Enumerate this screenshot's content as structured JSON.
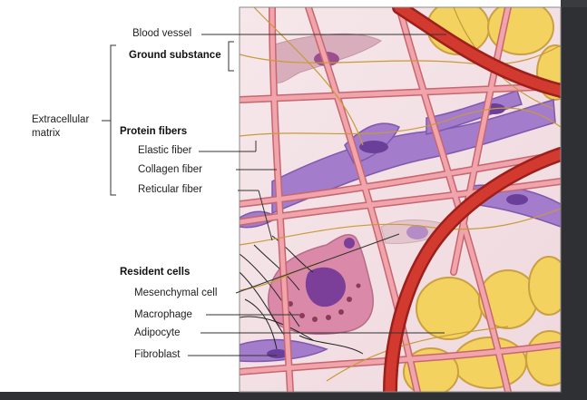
{
  "labels": {
    "blood_vessel": "Blood vessel",
    "ground_substance": "Ground substance",
    "extracellular_1": "Extracellular",
    "extracellular_2": "matrix",
    "protein_fibers": "Protein fibers",
    "elastic_fiber": "Elastic fiber",
    "collagen_fiber": "Collagen fiber",
    "reticular_fiber": "Reticular fiber",
    "resident_cells": "Resident cells",
    "mesenchymal_cell": "Mesenchymal cell",
    "macrophage": "Macrophage",
    "adipocyte": "Adipocyte",
    "fibroblast": "Fibroblast"
  },
  "colors": {
    "background": "#2f3033",
    "tissue": "#f3e3e6",
    "collagen": "#e88a92",
    "vessel": "#c8302a",
    "fibroblast": "#a07ac8",
    "adipocyte": "#f2cf5c",
    "macrophage": "#d78aa8"
  }
}
